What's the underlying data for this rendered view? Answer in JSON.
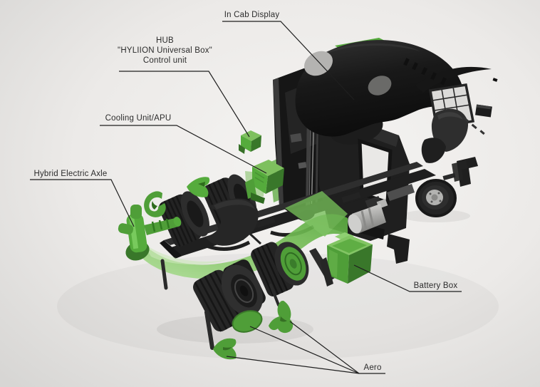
{
  "diagram": {
    "labels": {
      "in_cab_display": "In Cab Display",
      "hub_line1": "HUB",
      "hub_line2": "\"HYLIION Universal Box\"",
      "hub_line3": "Control unit",
      "cooling": "Cooling Unit/APU",
      "axle": "Hybrid Electric Axle",
      "battery": "Battery Box",
      "aero": "Aero"
    },
    "colors": {
      "bg_light": "#f5f4f2",
      "bg_mid": "#eceae8",
      "bg_dark": "#d8d7d5",
      "truck_black": "#161616",
      "truck_dark": "#1f1f1f",
      "truck_mid": "#2e2e2e",
      "green_light": "#8fd072",
      "green_main": "#55ab3c",
      "green_mid": "#4f9e38",
      "green_dark": "#39772a",
      "swoosh_green": "#9ed187",
      "chrome": "#c6c6c4",
      "label_text": "#2c2c2c",
      "leader_line": "#1f1f1f"
    }
  }
}
